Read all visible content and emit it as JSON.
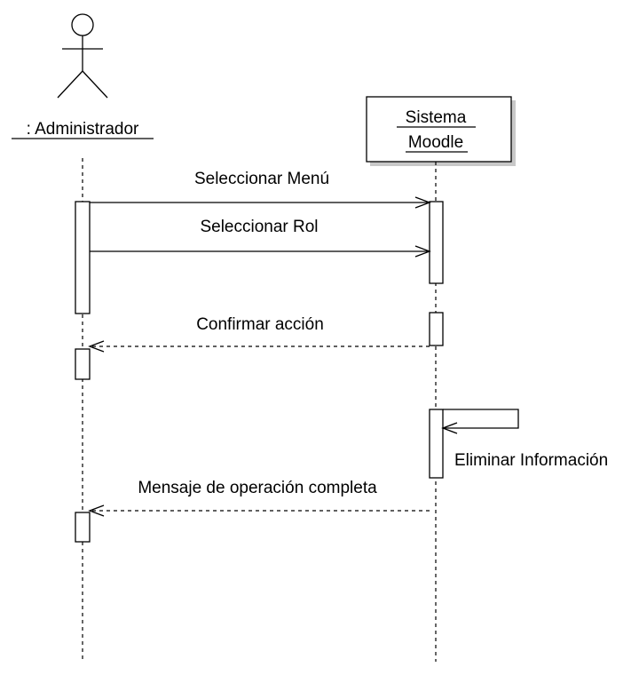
{
  "actor": {
    "label": ": Administrador"
  },
  "object": {
    "line1": "Sistema",
    "line2": "Moodle"
  },
  "messages": {
    "seleccionar_menu": "Seleccionar Menú",
    "seleccionar_rol": "Seleccionar Rol",
    "confirmar_accion": "Confirmar acción",
    "eliminar_informacion": "Eliminar Información",
    "mensaje_operacion": "Mensaje de operación completa"
  },
  "colors": {
    "line": "#000000",
    "shadow": "#c8c8c8",
    "background": "#ffffff"
  }
}
